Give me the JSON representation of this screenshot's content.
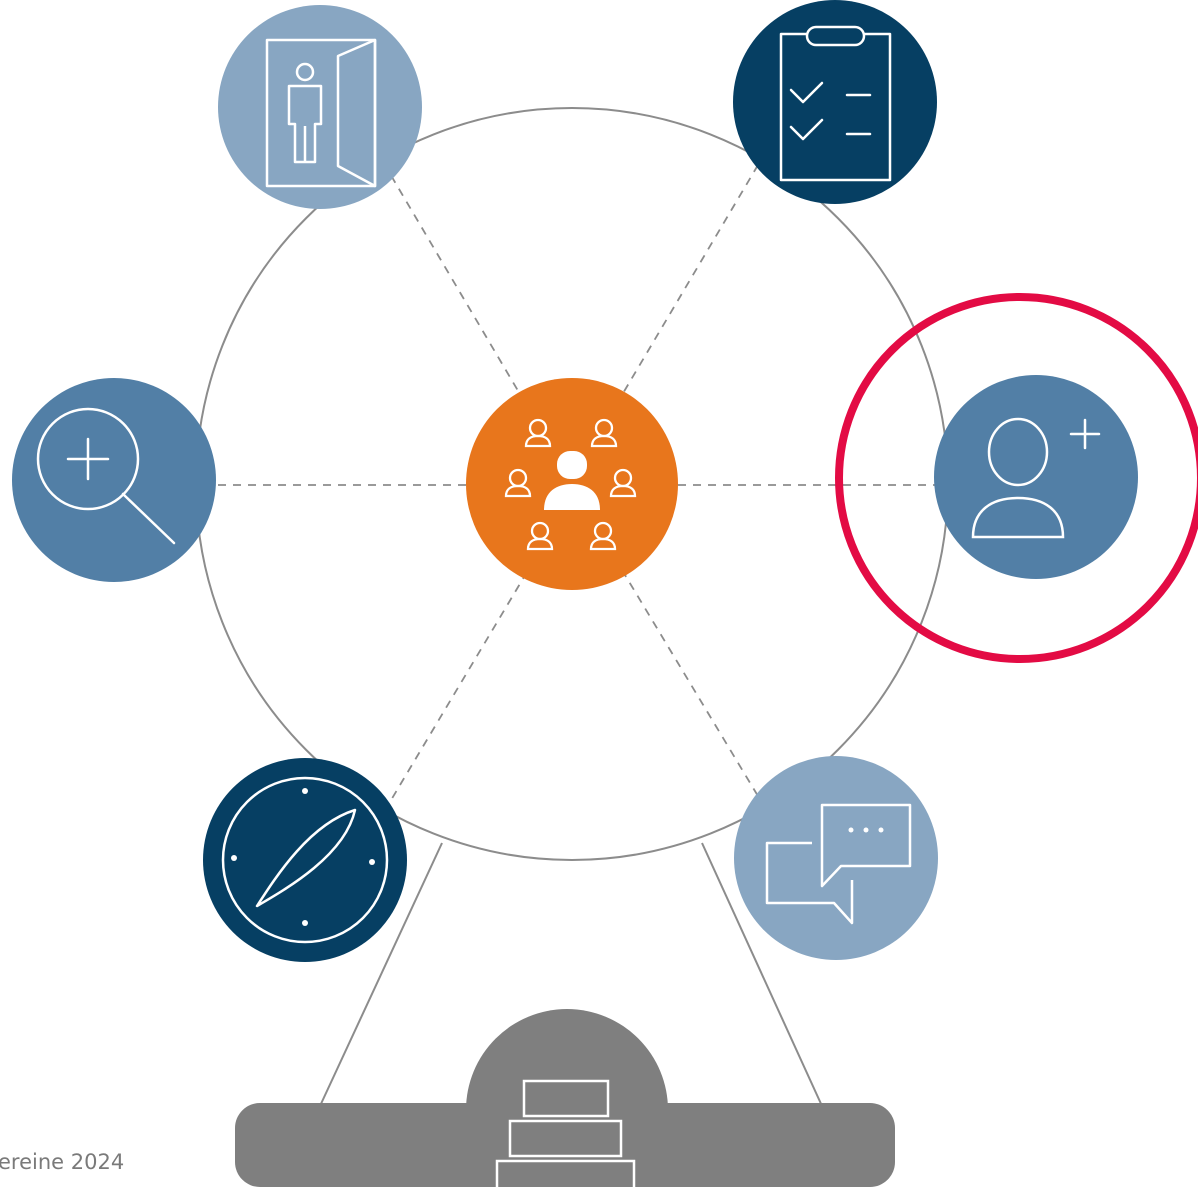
{
  "footer": {
    "text": "ereine 2024"
  },
  "colors": {
    "light_blue": "#88a6c2",
    "mid_blue": "#527fa6",
    "dark_blue": "#063f63",
    "orange": "#e8761c",
    "gray": "#7f7f7f",
    "highlight_red": "#e30b44",
    "line_gray": "#8c8c8c",
    "icon_stroke": "#ffffff"
  },
  "nodes": [
    {
      "id": "entry",
      "icon": "door-person-icon"
    },
    {
      "id": "tasks",
      "icon": "checklist-icon"
    },
    {
      "id": "search",
      "icon": "magnify-plus-icon"
    },
    {
      "id": "community",
      "icon": "people-group-icon"
    },
    {
      "id": "add-member",
      "icon": "user-plus-icon",
      "highlighted": true
    },
    {
      "id": "orientation",
      "icon": "compass-icon"
    },
    {
      "id": "communication",
      "icon": "chat-bubbles-icon"
    },
    {
      "id": "foundation",
      "icon": "stacked-blocks-icon"
    }
  ]
}
